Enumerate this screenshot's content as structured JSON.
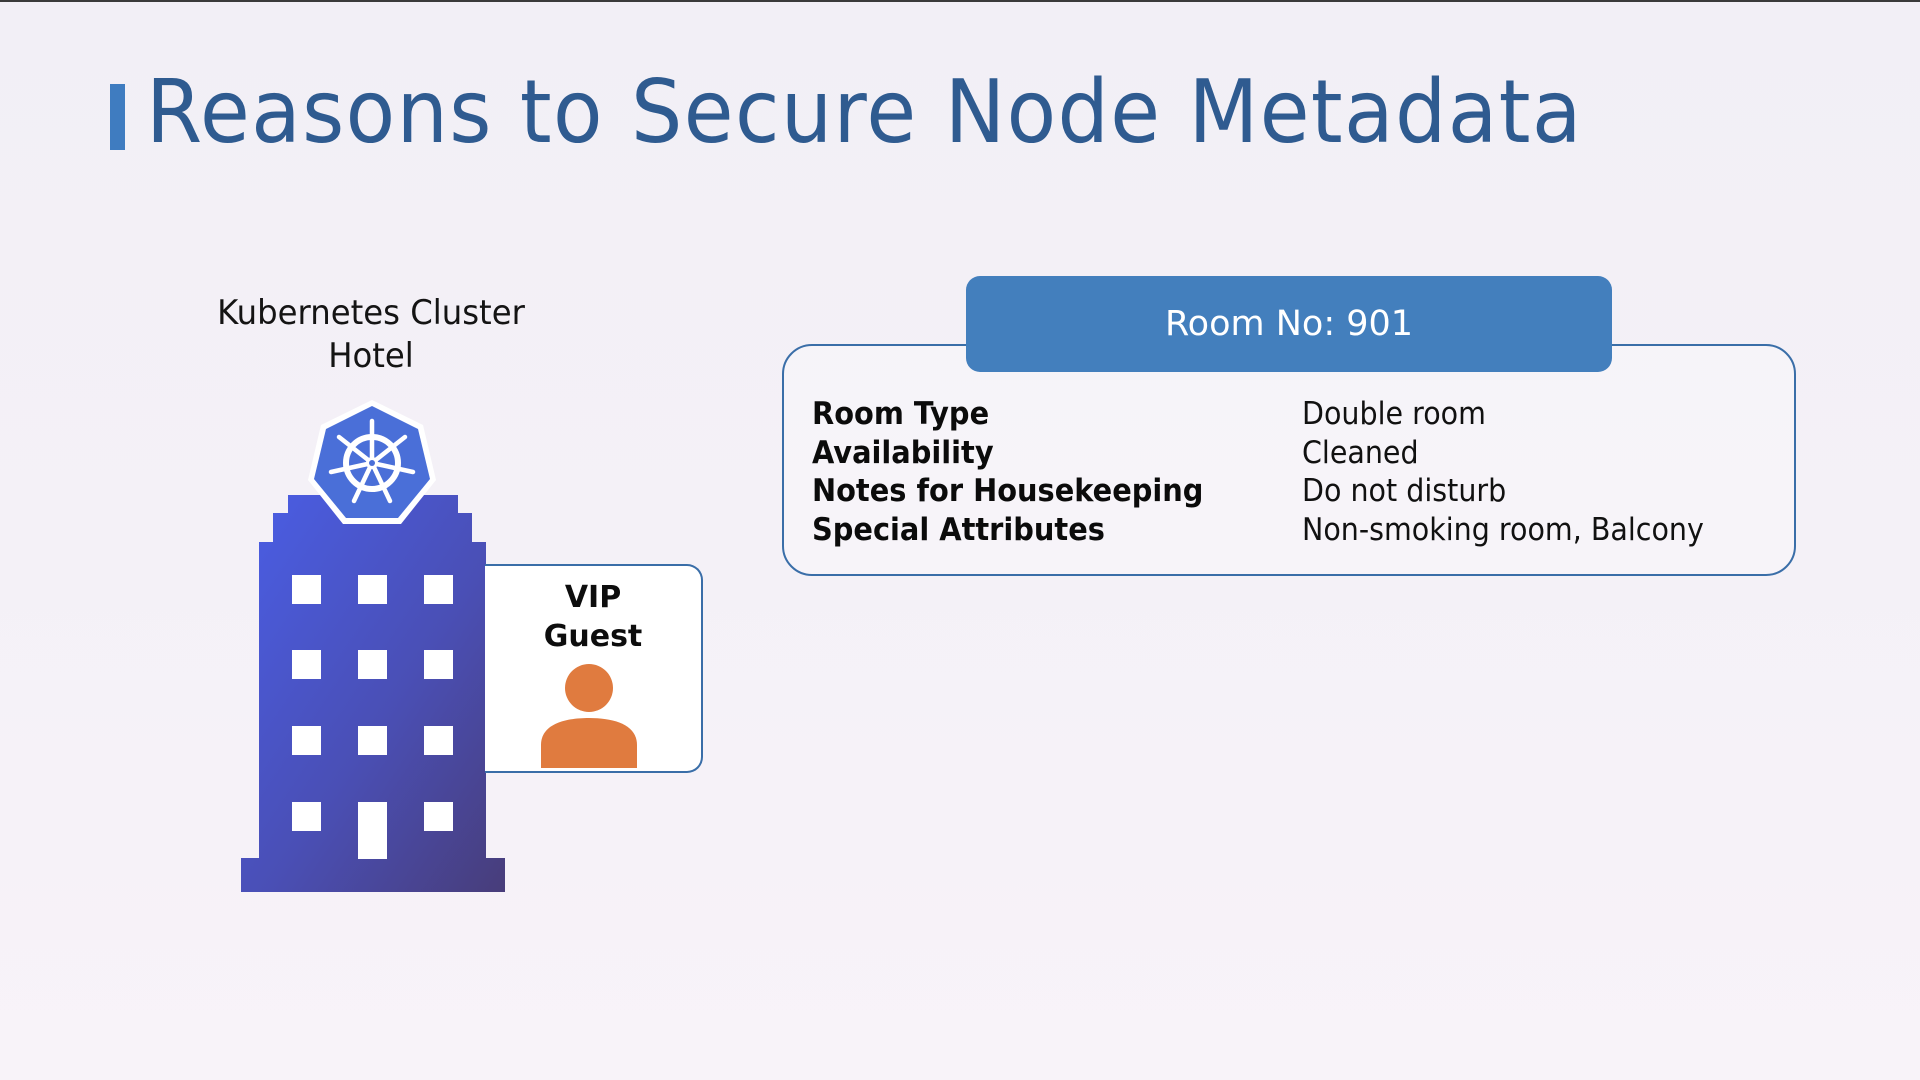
{
  "slide": {
    "title": "Reasons to Secure Node Metadata",
    "accent_color": "#3f7cc0",
    "title_color": "#2f5b90"
  },
  "hotel": {
    "label_line1": "Kubernetes Cluster",
    "label_line2": "Hotel",
    "logo_icon": "kubernetes-helm-wheel-icon",
    "building_icon": "hotel-building-icon",
    "building_color_top": "#4a5ee6",
    "building_color_bottom": "#483d7a"
  },
  "guest": {
    "line1": "VIP",
    "line2": "Guest",
    "icon": "person-icon",
    "icon_color": "#e07b3f"
  },
  "room": {
    "header": "Room No: 901",
    "header_color": "#437fbd",
    "attributes": [
      {
        "label": "Room Type",
        "value": "Double room"
      },
      {
        "label": "Availability",
        "value": "Cleaned"
      },
      {
        "label": "Notes for Housekeeping",
        "value": "Do not disturb"
      },
      {
        "label": "Special Attributes",
        "value": "Non-smoking room, Balcony"
      }
    ]
  }
}
